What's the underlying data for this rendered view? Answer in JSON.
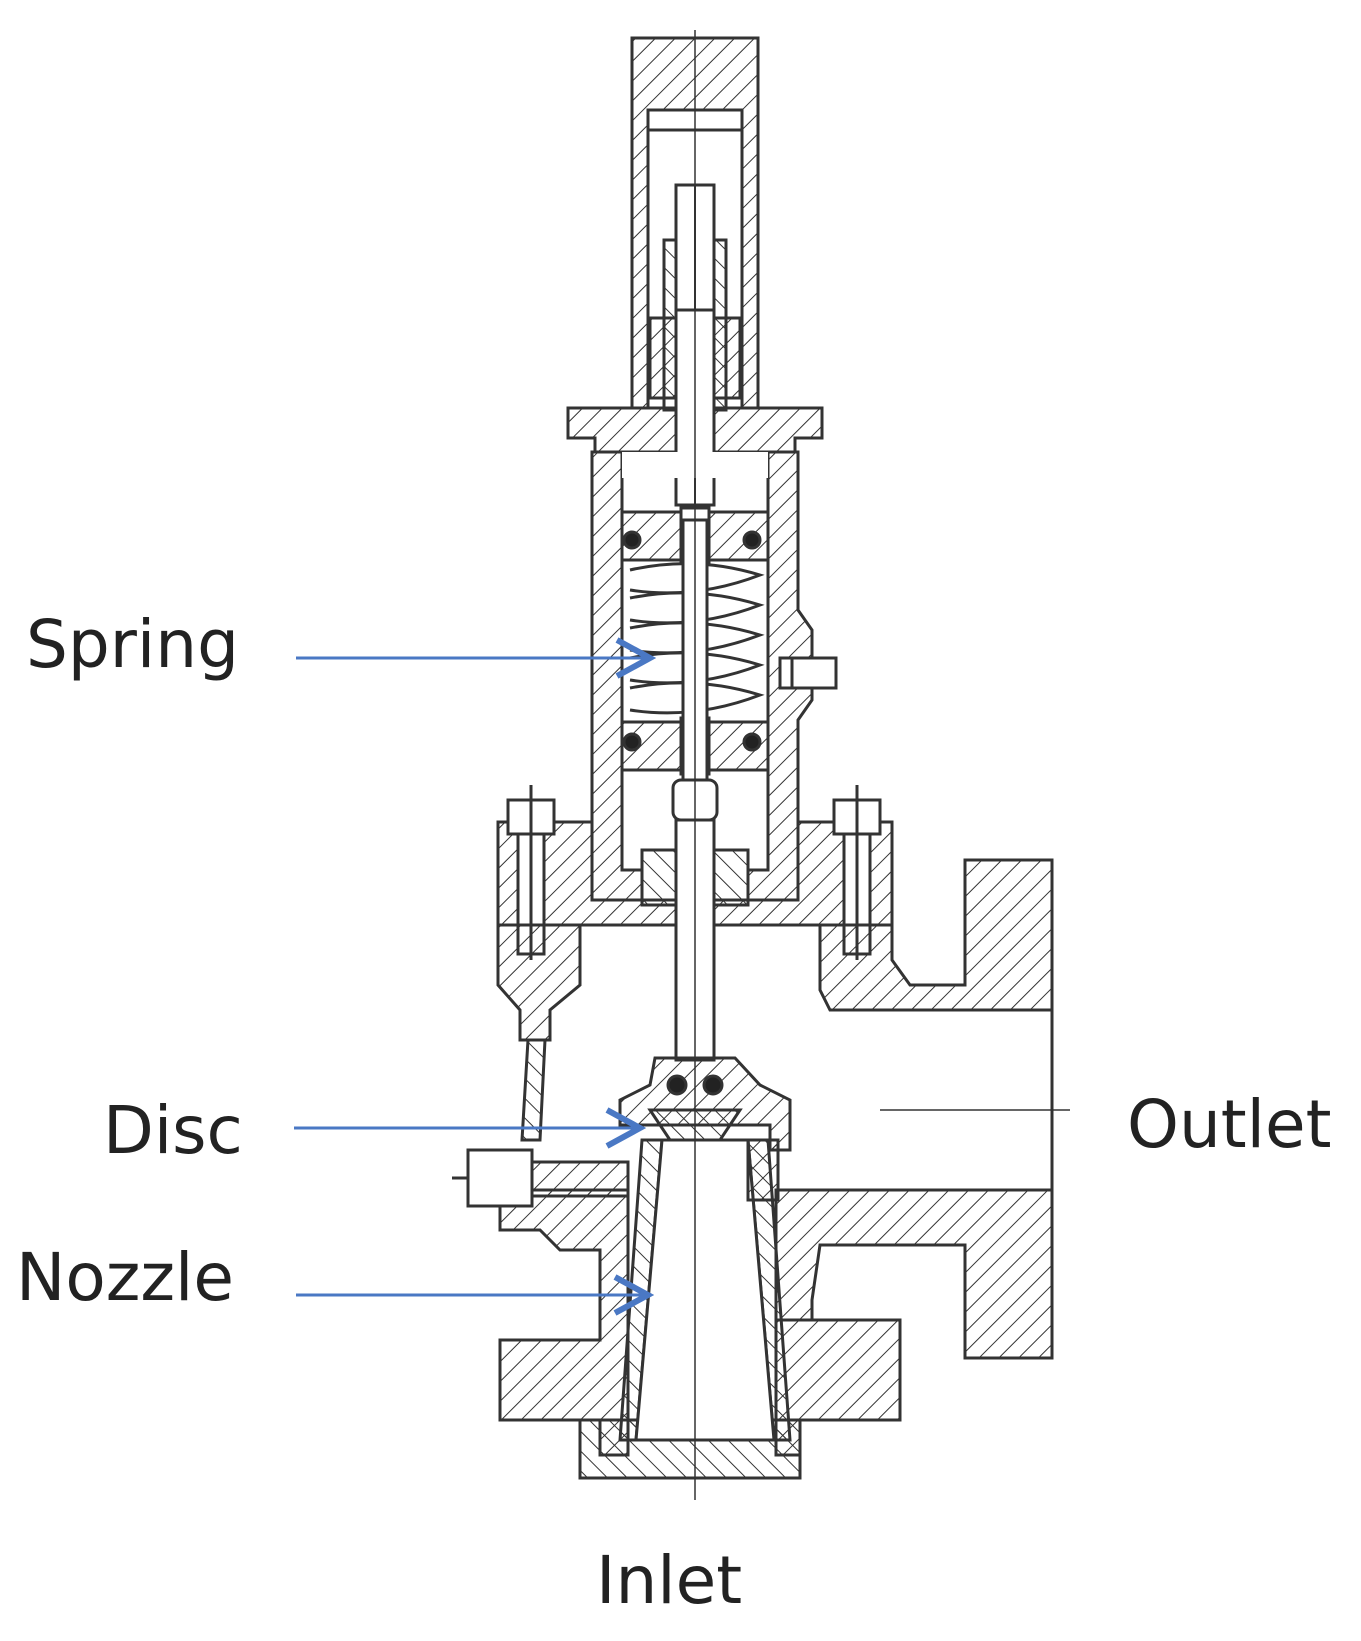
{
  "labels": {
    "spring": "Spring",
    "disc": "Disc",
    "nozzle": "Nozzle",
    "outlet": "Outlet",
    "inlet": "Inlet"
  },
  "colors": {
    "line": "#333333",
    "leader": "#4a78c4",
    "background": "#ffffff"
  }
}
